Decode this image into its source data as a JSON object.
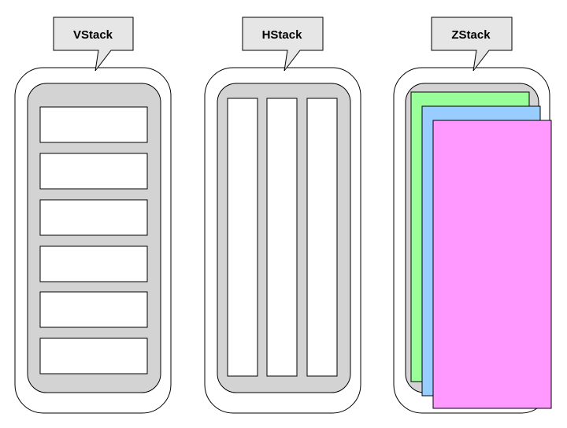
{
  "diagram": {
    "stacks": [
      {
        "kind": "vstack",
        "label": "VStack",
        "items": 6
      },
      {
        "kind": "hstack",
        "label": "HStack",
        "items": 3
      },
      {
        "kind": "zstack",
        "label": "ZStack",
        "layers": [
          "green",
          "blue",
          "pink"
        ]
      }
    ],
    "colors": {
      "outline": "#000000",
      "frame": "#ffffff",
      "container": "#d3d3d3",
      "callout": "#e6e6e6",
      "item": "#ffffff",
      "layer_green": "#99ff99",
      "layer_blue": "#99ccff",
      "layer_pink": "#ff99ff"
    }
  }
}
